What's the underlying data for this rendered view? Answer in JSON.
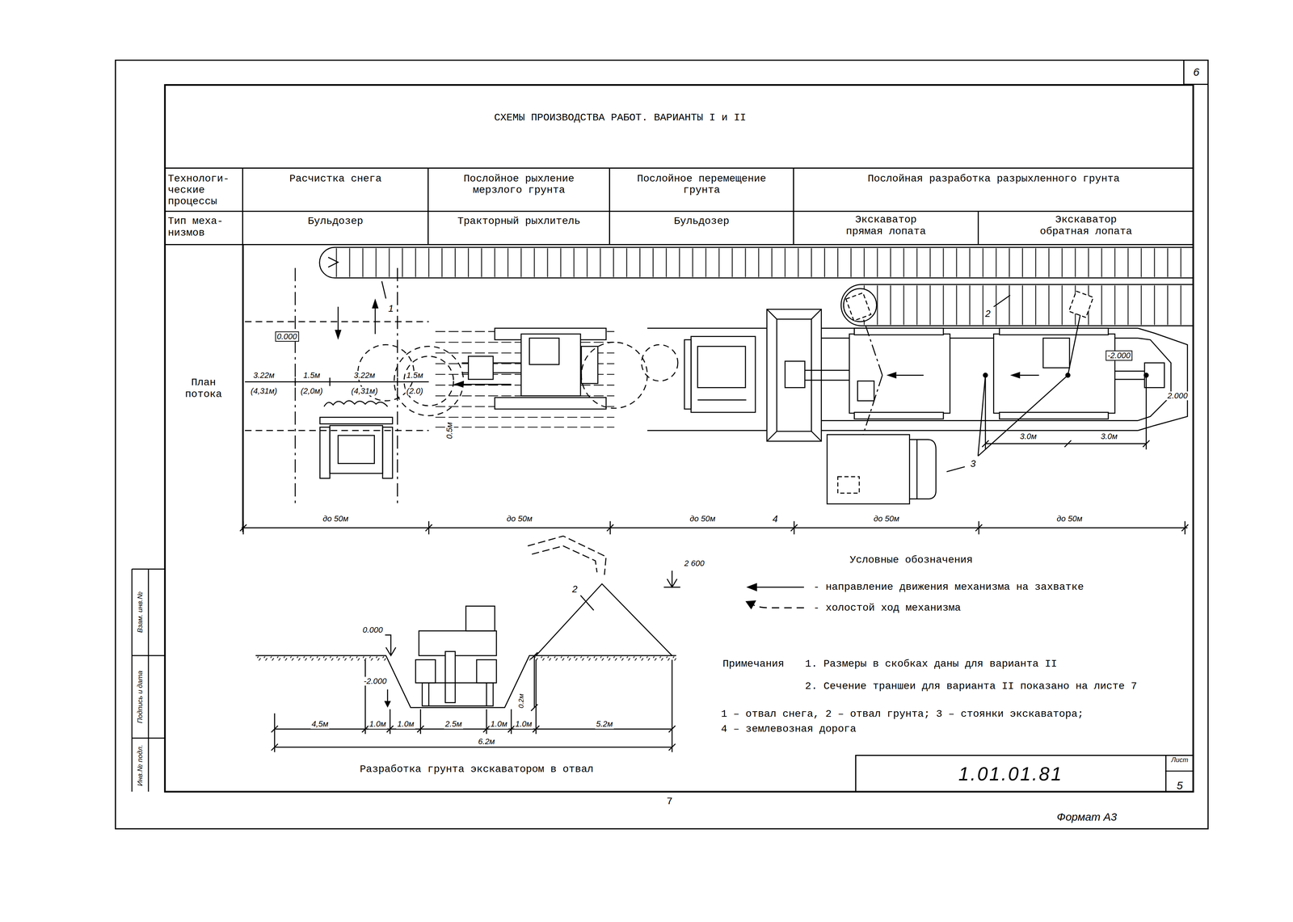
{
  "diagram": {
    "title": "СХЕМЫ ПРОИЗВОДСТВА РАБОТ. ВАРИАНТЫ I и II",
    "nodes": [
      {
        "text": [
          "Технологи- ческие процессы"
        ]
      },
      {
        "text": [
          "Расчистка снега"
        ]
      },
      {
        "text": [
          "Послойное рыхление мерзлого грунта"
        ]
      },
      {
        "text": [
          "Послойное перемещение грунта"
        ]
      },
      {
        "text": [
          "Послойная разработка разрыхленного грунта"
        ]
      },
      {
        "text": [
          "Тип меха- низмов"
        ]
      },
      {
        "text": [
          "Бульдозер"
        ]
      },
      {
        "text": [
          "Тракторный рыхлитель"
        ]
      },
      {
        "text": [
          "Бульдозер"
        ]
      },
      {
        "text": [
          "Экскаватор прямая лопата"
        ]
      },
      {
        "text": [
          "Экскаватор обратная лопата"
        ]
      },
      {
        "text": [
          "План потока"
        ]
      },
      {
        "text": [
          "1.01.01.81"
        ]
      },
      {
        "text": [
          "Лист",
          "5"
        ]
      },
      {
        "text": [
          "6"
        ]
      }
    ],
    "labels": [
      "0.000",
      "3.22м",
      "1.5м",
      "3.22м",
      "1.5м",
      "(4,31м)",
      "(2,0м)",
      "(4,31м)",
      "(2.0)",
      "1",
      "0.5м",
      "2",
      "-2.000",
      "2.000",
      "3.0м",
      "3.0м",
      "3",
      "до 50м",
      "до 50м",
      "до 50м",
      "4",
      "до 50м",
      "до 50м",
      "2 600",
      "2",
      "0.000",
      "-2.000",
      "0.2м",
      "4,5м",
      "1.0м",
      "1.0м",
      "2.5м",
      "1.0м",
      "1.0м",
      "5.2м",
      "6.2м",
      "Разработка грунта экскаватором в отвал",
      "Примечания",
      "1. Размеры в скобках даны для варианта II",
      "2. Сечение траншеи для варианта II показано на листе 7",
      "1 – отвал снега, 2 – отвал грунта; 3 – стоянки экскаватора;",
      "4 – землевозная дорога",
      "7",
      "Формат А3",
      "Инв.№ подл.",
      "Подпись и дата",
      "Взам. инв.№",
      "Условные обозначения"
    ],
    "legend": [
      {
        "text": "- направление движения механизма на захватке"
      },
      {
        "text": "- холостой ход механизма"
      }
    ]
  }
}
